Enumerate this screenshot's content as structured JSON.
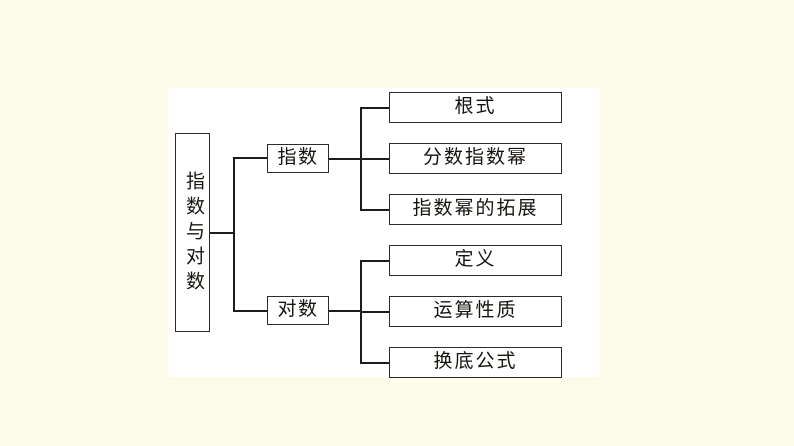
{
  "slide": {
    "background_color": "#fdfbe9",
    "panel_color": "#ffffff",
    "line_color": "#1d1d1d",
    "border_color": "#2b2b2b",
    "text_color": "#17140f"
  },
  "diagram": {
    "type": "tree-mind-map",
    "orientation": "left-to-right",
    "root": {
      "label": "指数与对数",
      "text_direction": "vertical"
    },
    "branches": [
      {
        "label": "指数",
        "children": [
          {
            "label": "根式"
          },
          {
            "label": "分数指数幂"
          },
          {
            "label": "指数幂的拓展"
          }
        ]
      },
      {
        "label": "对数",
        "children": [
          {
            "label": "定义"
          },
          {
            "label": "运算性质"
          },
          {
            "label": "换底公式"
          }
        ]
      }
    ]
  }
}
